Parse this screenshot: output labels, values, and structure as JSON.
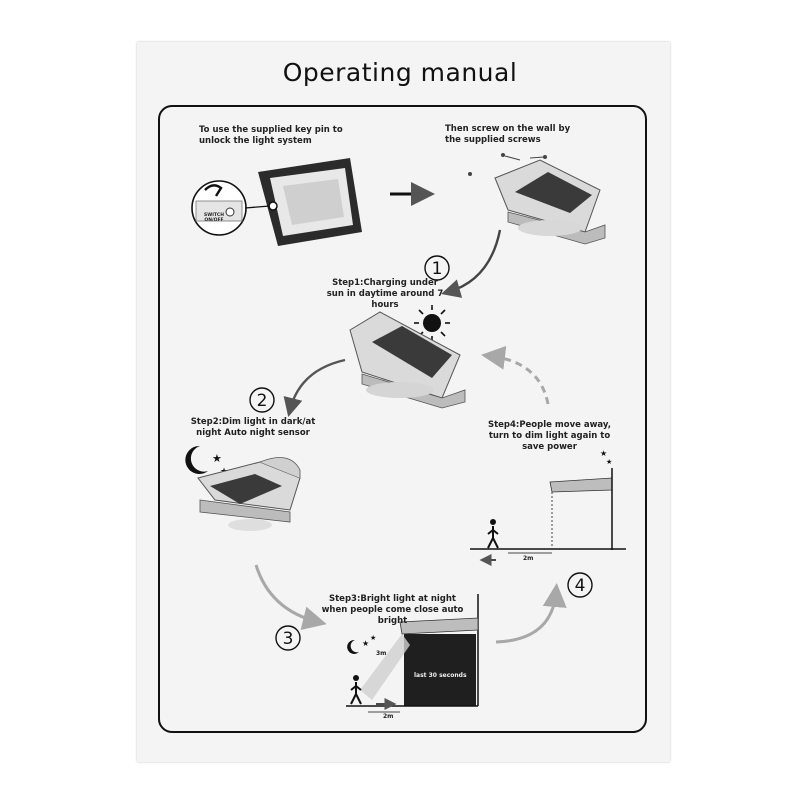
{
  "title": "Operating manual",
  "intro": {
    "unlock": "To use the supplied key pin to unlock the light system",
    "screw": "Then screw on the wall by the supplied screws"
  },
  "steps": [
    {
      "number": "1",
      "text": "Step1:Charging under sun in daytime around 7 hours"
    },
    {
      "number": "2",
      "text": "Step2:Dim light in dark/at night Auto night sensor"
    },
    {
      "number": "3",
      "text": "Step3:Bright light at night when people come close auto bright"
    },
    {
      "number": "4",
      "text": "Step4:People move away, turn to dim light again to save power"
    }
  ],
  "labels": {
    "switch": "SWITCH ON/OFF",
    "distance_3m": "3m",
    "distance_2m": "2m",
    "duration": "last 30 seconds"
  },
  "colors": {
    "ink": "#111111",
    "arrow_gray": "#a8a8a8",
    "paper": "#f4f4f4"
  }
}
